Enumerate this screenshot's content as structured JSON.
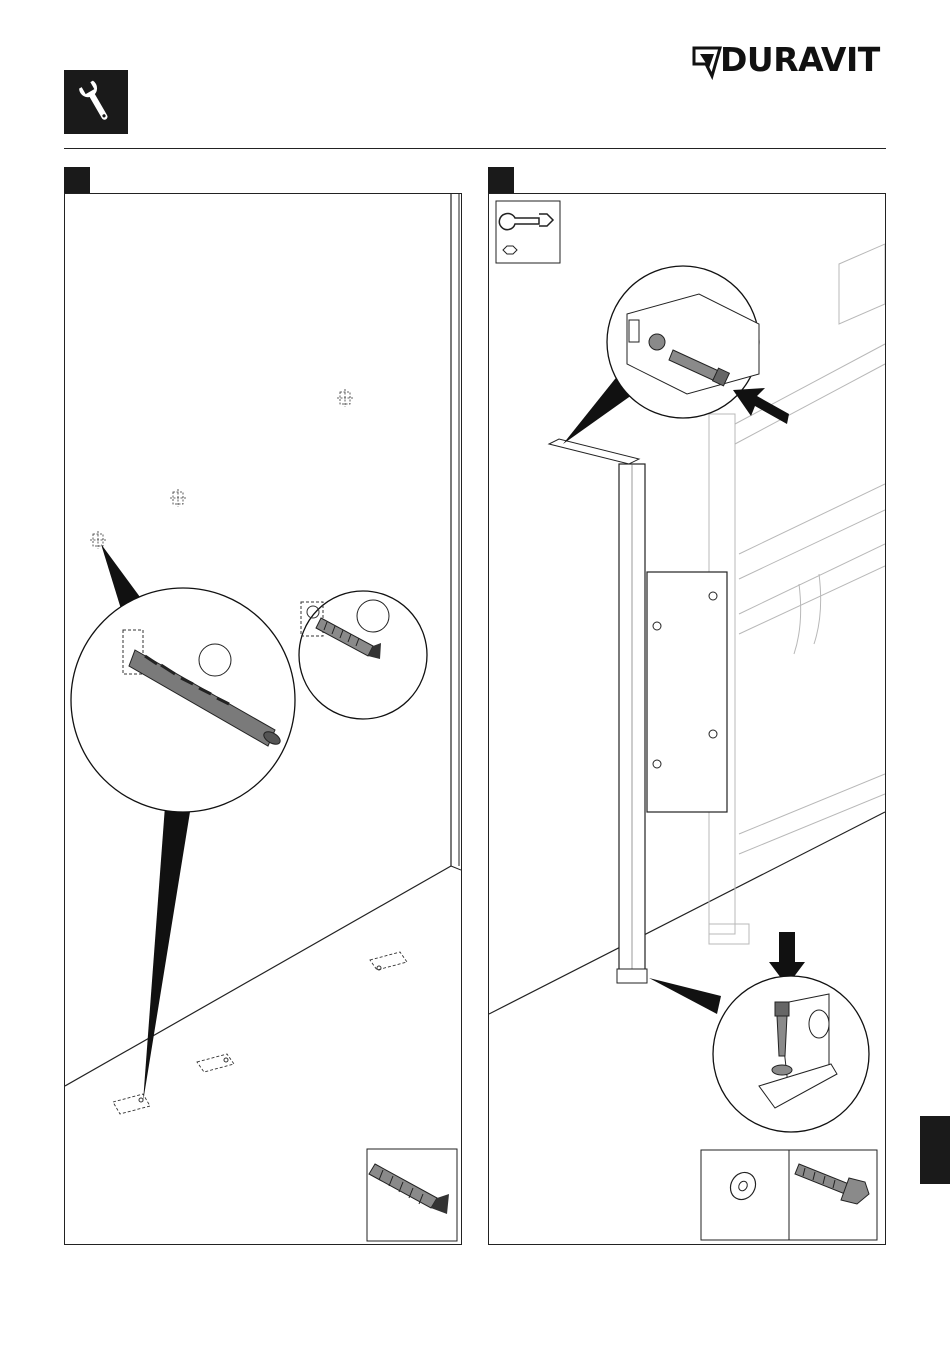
{
  "brand": {
    "name": "DURAVIT"
  },
  "section_icon": "wrench-icon",
  "steps": [
    {
      "id": "step-1",
      "icons": [
        "drill-bit-icon",
        "wall-plug-icon"
      ],
      "parts": [
        "wall-plug-icon"
      ]
    },
    {
      "id": "step-2",
      "tool": "wrench-icon",
      "tool_secondary": "hex-nut-icon",
      "icons": [
        "bolt-icon",
        "washer-icon",
        "arrow-icon"
      ],
      "parts": [
        "washer-icon",
        "hex-bolt-icon"
      ]
    }
  ],
  "colors": {
    "ink": "#111111",
    "dark_fill": "#1a1a1a",
    "frame_ghost": "#b8b8b8",
    "part_grey": "#8a8a8a"
  }
}
